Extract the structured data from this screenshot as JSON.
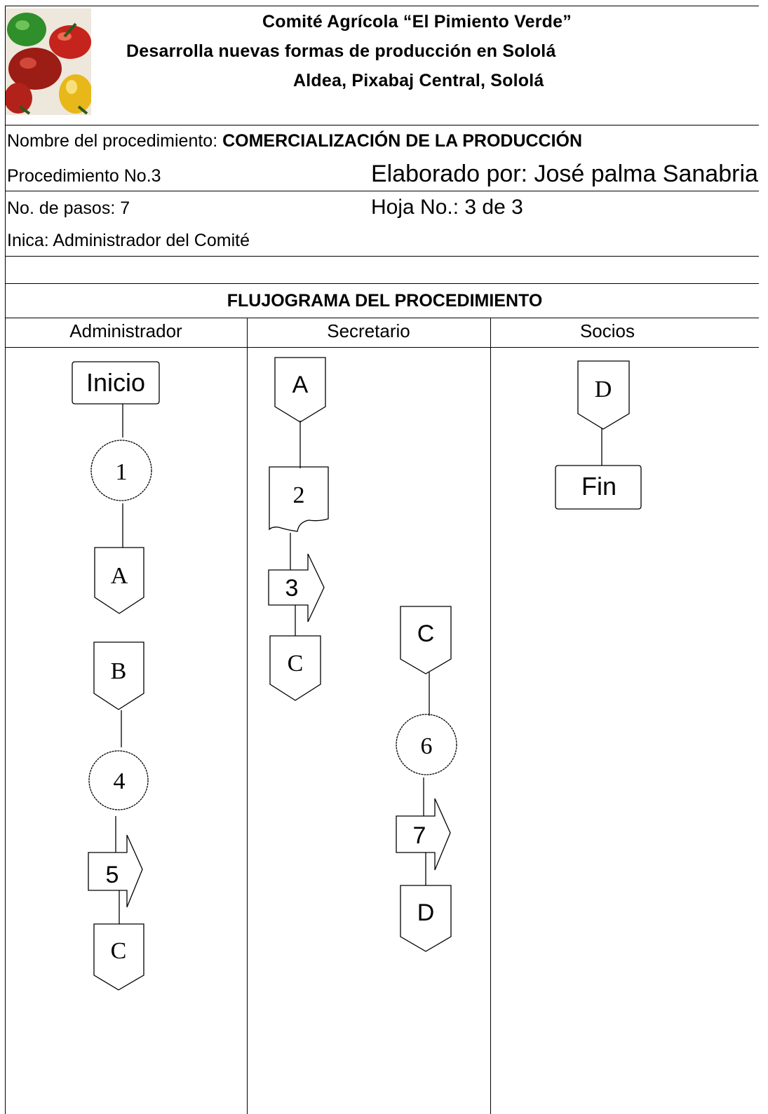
{
  "header": {
    "title_line1": "Comité Agrícola “El Pimiento Verde”",
    "title_line2": "Desarrolla nuevas formas de producción en Sololá",
    "title_line3": "Aldea, Pixabaj Central, Sololá"
  },
  "info": {
    "procedure_name_label": "Nombre del procedimiento:",
    "procedure_name_value": "COMERCIALIZACIÓN DE LA PRODUCCIÓN",
    "procedure_number": "Procedimiento No.3",
    "prepared_by": "Elaborado por: José palma Sanabria",
    "steps": "No. de pasos: 7",
    "sheet": "Hoja No.: 3 de 3",
    "starts": "Inica: Administrador del Comité"
  },
  "flowchart": {
    "title": "FLUJOGRAMA DEL PROCEDIMIENTO",
    "lanes": [
      "Administrador",
      "Secretario",
      "Socios"
    ],
    "nodes": [
      {
        "id": "inicio",
        "shape": "terminator",
        "label": "Inicio",
        "lane": "Administrador"
      },
      {
        "id": "s1",
        "shape": "operation",
        "label": "1",
        "lane": "Administrador"
      },
      {
        "id": "a_out",
        "shape": "off-page-connector",
        "label": "A",
        "lane": "Administrador"
      },
      {
        "id": "b_in",
        "shape": "off-page-connector",
        "label": "B",
        "lane": "Administrador"
      },
      {
        "id": "s4",
        "shape": "operation",
        "label": "4",
        "lane": "Administrador"
      },
      {
        "id": "s5",
        "shape": "transport",
        "label": "5",
        "lane": "Administrador"
      },
      {
        "id": "c_out1",
        "shape": "off-page-connector",
        "label": "C",
        "lane": "Administrador"
      },
      {
        "id": "a_in",
        "shape": "off-page-connector",
        "label": "A",
        "lane": "Secretario"
      },
      {
        "id": "s2",
        "shape": "document",
        "label": "2",
        "lane": "Secretario"
      },
      {
        "id": "s3",
        "shape": "transport",
        "label": "3",
        "lane": "Secretario"
      },
      {
        "id": "c_out2",
        "shape": "off-page-connector",
        "label": "C",
        "lane": "Secretario"
      },
      {
        "id": "c_in",
        "shape": "off-page-connector",
        "label": "C",
        "lane": "Secretario"
      },
      {
        "id": "s6",
        "shape": "operation",
        "label": "6",
        "lane": "Secretario"
      },
      {
        "id": "s7",
        "shape": "transport",
        "label": "7",
        "lane": "Secretario"
      },
      {
        "id": "d_out",
        "shape": "off-page-connector",
        "label": "D",
        "lane": "Secretario"
      },
      {
        "id": "d_in",
        "shape": "off-page-connector",
        "label": "D",
        "lane": "Socios"
      },
      {
        "id": "fin",
        "shape": "terminator",
        "label": "Fin",
        "lane": "Socios"
      }
    ]
  },
  "logo": {
    "icon": "bell-peppers-image",
    "colors": [
      "#2f8f2a",
      "#c4241c",
      "#e8b81a",
      "#7a1a14"
    ]
  }
}
